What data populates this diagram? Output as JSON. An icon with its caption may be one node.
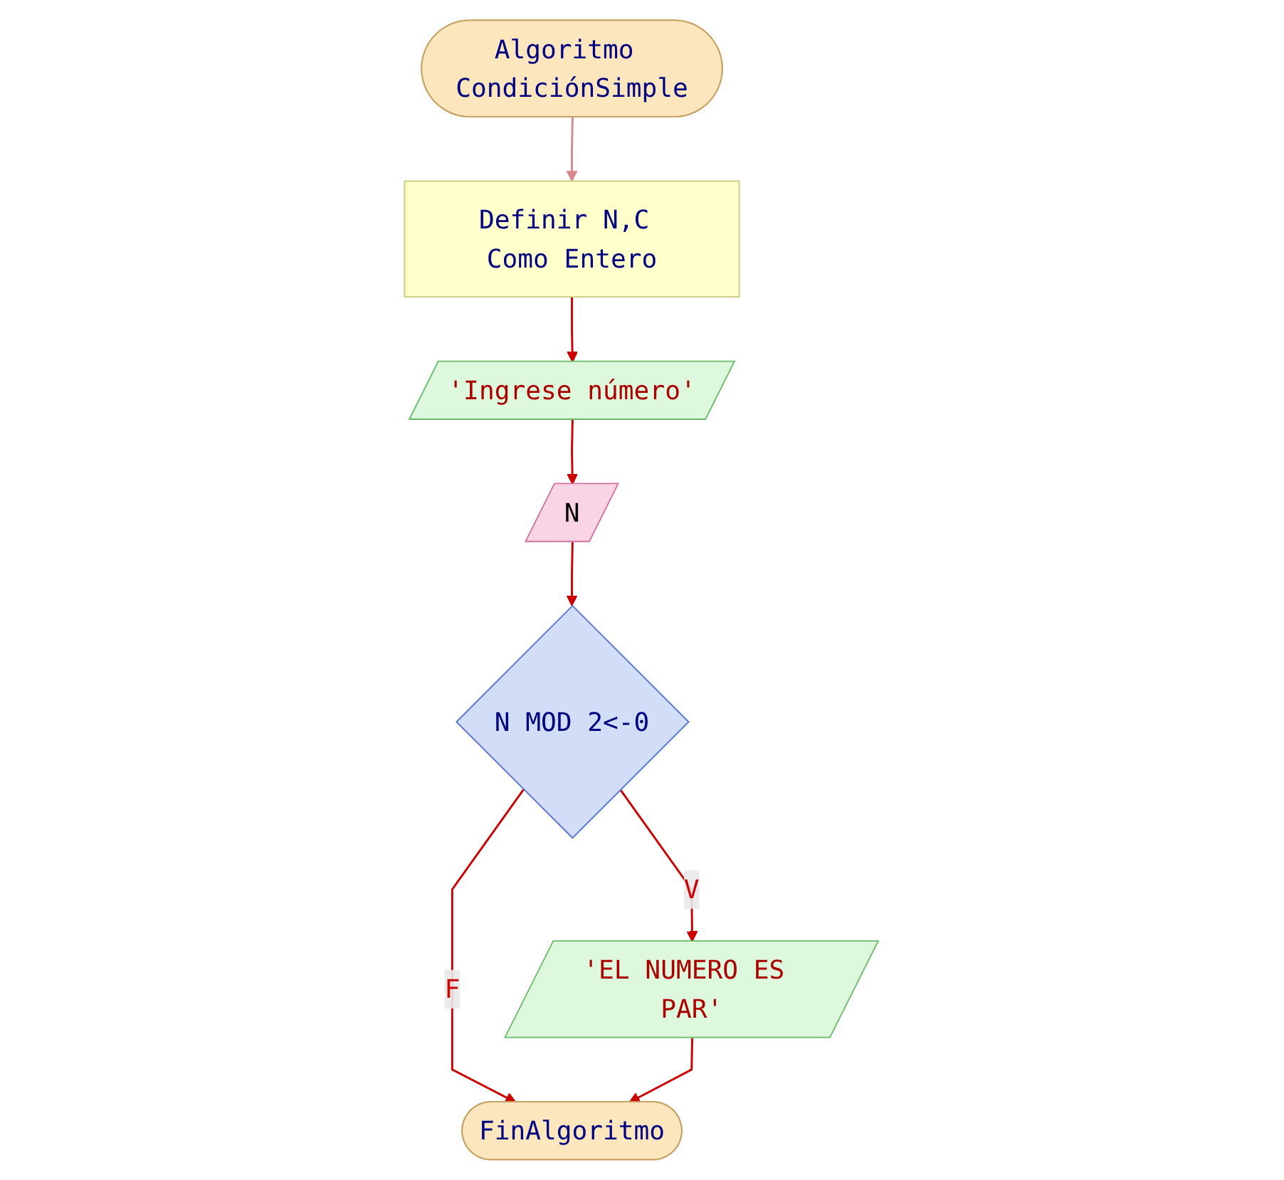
{
  "diagram": {
    "nodes": [
      {
        "text": [
          "Algoritmo CondiciónSimple"
        ]
      },
      {
        "text": [
          "Definir N,C Como Entero"
        ]
      },
      {
        "text": [
          "'Ingrese número'"
        ]
      },
      {
        "text": [
          "N"
        ]
      },
      {
        "text": [
          "N MOD 2<-0"
        ]
      },
      {
        "text": [
          "'EL NUMERO ES PAR'"
        ]
      },
      {
        "text": [
          "FinAlgoritmo"
        ]
      }
    ],
    "edges": [
      {
        "from": 0,
        "to": 1,
        "arrow": "to",
        "color": "#d88a8a"
      },
      {
        "from": 1,
        "to": 2,
        "arrow": "to"
      },
      {
        "from": 2,
        "to": 3,
        "arrow": "to"
      },
      {
        "from": 3,
        "to": 4,
        "arrow": "to"
      },
      {
        "from": 4,
        "to": 5,
        "arrow": "to",
        "label": "V"
      },
      {
        "from": 4,
        "to": 6,
        "arrow": "to",
        "label": "F"
      },
      {
        "from": 5,
        "to": 6,
        "arrow": "to"
      }
    ]
  }
}
